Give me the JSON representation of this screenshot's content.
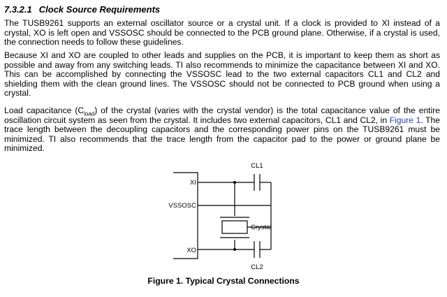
{
  "heading": {
    "number": "7.3.2.1",
    "title": "Clock Source Requirements"
  },
  "paragraphs": {
    "p1": "The TUSB9261 supports an external oscillator source or a crystal unit. If a clock is provided to XI instead of a crystal, XO is left open and VSSOSC should be connected to the PCB ground plane. Otherwise, if a crystal is used, the connection needs to follow these guidelines.",
    "p2": "Because XI and XO are coupled to other leads and supplies on the PCB, it is important to keep them as short as possible and away from any switching leads. TI also recommends to minimize the capacitance between XI and XO. This can be accomplished by connecting the VSSOSC lead to the two external capacitors CL1 and CL2 and shielding them with the clean ground lines. The VSSOSC should not be connected to PCB ground when using a crystal.",
    "p3_part1": "Load capacitance (C",
    "p3_sub": "load",
    "p3_part2": ") of the crystal (varies with the crystal vendor) is the total capacitance value of the entire oscillation circuit system as seen from the crystal. It includes two external capacitors, CL1 and CL2, in ",
    "p3_link": "Figure 1",
    "p3_part3": ". The trace length between the decoupling capacitors and the corresponding power pins on the TUSB9261 must be minimized. TI also recommends that the trace length from the capacitor pad to the power or ground plane be minimized."
  },
  "figure": {
    "labels": {
      "cl1": "CL1",
      "cl2": "CL2",
      "xi": "XI",
      "vssosc": "VSSOSC",
      "xo": "XO",
      "crystal": "Crystal"
    },
    "caption": "Figure 1.  Typical Crystal Connections"
  },
  "colors": {
    "link": "#1f3fbf",
    "text": "#000000",
    "background": "#ffffff"
  }
}
